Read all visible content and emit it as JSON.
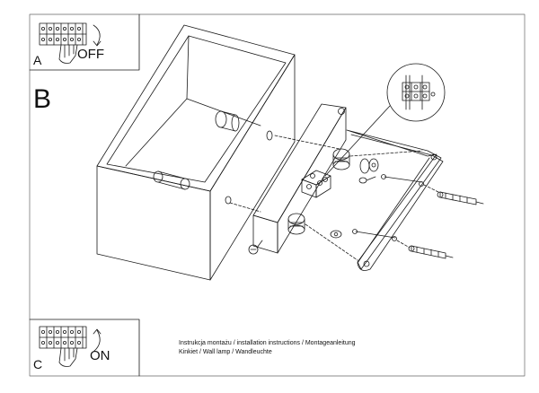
{
  "steps": {
    "a": {
      "letter": "A",
      "text": "OFF"
    },
    "b": {
      "letter": "B"
    },
    "c": {
      "letter": "C",
      "text": "ON"
    }
  },
  "caption": {
    "line1": "Instrukcja montażu / installation instructions / Montageanleitung",
    "line2": "Kinkiet / Wall lamp / Wandleuchte"
  },
  "colors": {
    "line": "#1a1a1a",
    "paper": "#ffffff",
    "border": "#666666"
  }
}
